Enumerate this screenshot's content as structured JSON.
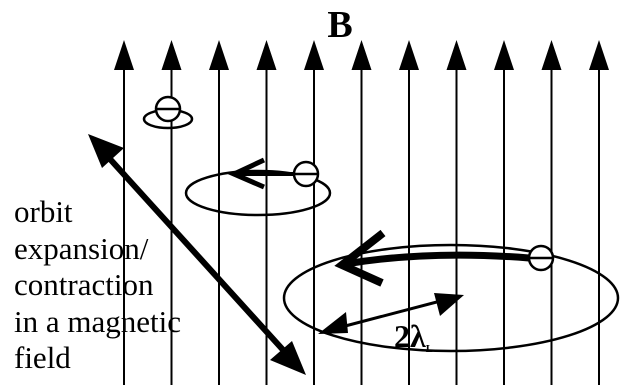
{
  "title": "B",
  "caption_lines": [
    "orbit",
    "expansion/",
    "contraction",
    "in a magnetic",
    "field"
  ],
  "lambda_label": {
    "main": "2λ",
    "subscript": "L"
  },
  "colors": {
    "ink": "#000000",
    "background": "#ffffff"
  },
  "field_line_count": 11,
  "orbit_count": 3
}
